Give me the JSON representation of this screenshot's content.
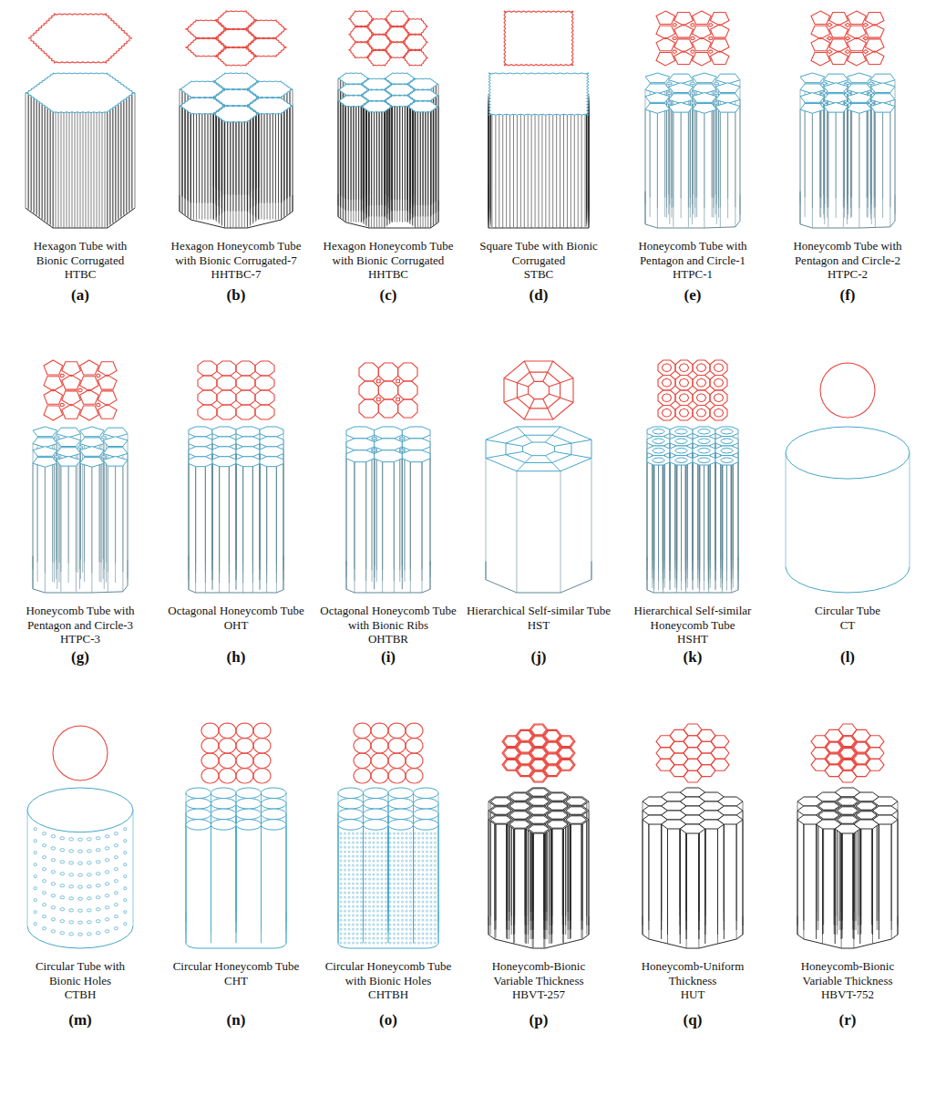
{
  "diagram": {
    "labels": [
      "Hexagon Tube with Bionic Corrugated",
      "HTBC",
      "(a)",
      "Hexagon Honeycomb Tube with Bionic Corrugated-7",
      "HHTBC-7",
      "(b)",
      "Hexagon Honeycomb Tube with Bionic Corrugated",
      "HHTBC",
      "(c)",
      "Square Tube with Bionic Corrugated",
      "STBC",
      "(d)",
      "Honeycomb Tube with Pentagon and Circle-1",
      "HTPC-1",
      "(e)",
      "Honeycomb Tube with Pentagon and Circle-2",
      "HTPC-2",
      "(f)",
      "Honeycomb Tube with Pentagon and Circle-3",
      "HTPC-3",
      "(g)",
      "Octagonal Honeycomb Tube",
      "OHT",
      "(h)",
      "Octagonal Honeycomb Tube with Bionic Ribs",
      "OHTBR",
      "(i)",
      "Hierarchical Self-similar Tube",
      "HST",
      "(j)",
      "Hierarchical Self-similar Honeycomb Tube",
      "HSHT",
      "(k)",
      "Circular Tube",
      "CT",
      "(l)",
      "Circular Tube with Bionic Holes",
      "CTBH",
      "(m)",
      "Circular Honeycomb Tube",
      "CHT",
      "(n)",
      "Circular Honeycomb Tube with Bionic Holes",
      "CHTBH",
      "(o)",
      "Honeycomb-Bionic Variable Thickness",
      "HBVT-257",
      "(p)",
      "Honeycomb-Uniform Thickness",
      "HUT",
      "(q)",
      "Honeycomb-Bionic Variable Thickness",
      "HBVT-752",
      "(r)"
    ]
  }
}
